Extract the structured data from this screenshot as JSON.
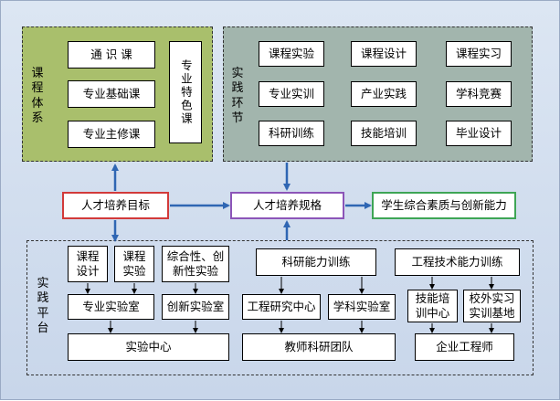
{
  "curriculum": {
    "label": "课程体系",
    "general": "通 识 课",
    "major_basic": "专业基础课",
    "major_main": "专业主修课",
    "special": "专业特色课"
  },
  "practice": {
    "label": "实践环节",
    "items": [
      "课程实验",
      "课程设计",
      "课程实习",
      "专业实训",
      "产业实践",
      "学科竞赛",
      "科研训练",
      "技能培训",
      "毕业设计"
    ]
  },
  "middle": {
    "goal": "人才培养目标",
    "spec": "人才培养规格",
    "ability": "学生综合素质与创新能力"
  },
  "platform": {
    "label": "实践平台",
    "course_design": "课程\n设计",
    "course_exp": "课程\n实验",
    "comprehensive": "综合性、创\n新性实验",
    "major_lab": "专业实验室",
    "innovation_lab": "创新实验室",
    "exp_center": "实验中心",
    "research_training": "科研能力训练",
    "eng_center": "工程研究中心",
    "subject_lab": "学科实验室",
    "teacher_team": "教师科研团队",
    "eng_training": "工程技术能力训练",
    "skill_center": "技能培\n训中心",
    "offcampus_base": "校外实习\n实训基地",
    "enterprise_eng": "企业工程师"
  },
  "colors": {
    "goal_border": "#d23a3a",
    "spec_border": "#8c55b8",
    "ability_border": "#3ea555",
    "arrow": "#2f66b3",
    "green_panel": "#a9bf6c",
    "gray_panel": "#a2b5ad"
  }
}
